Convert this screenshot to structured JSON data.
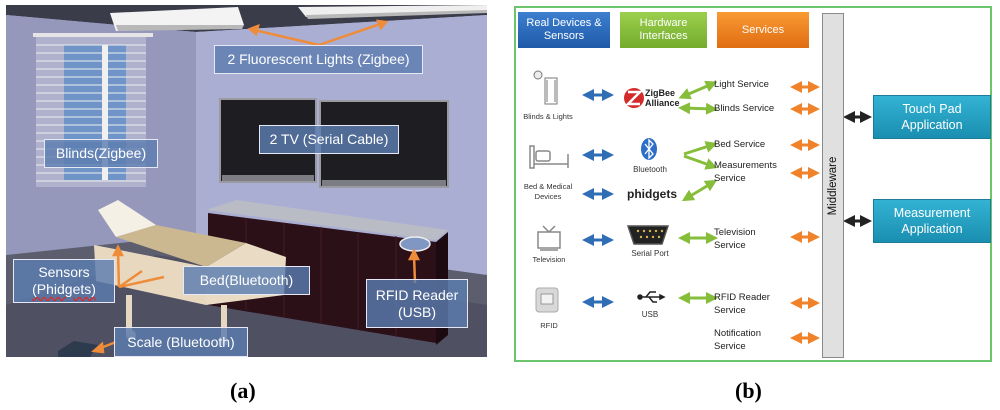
{
  "panel_a": {
    "caption": "(a)",
    "callouts": {
      "lights": "2 Fluorescent Lights (Zigbee)",
      "tv": "2 TV (Serial Cable)",
      "blinds": "Blinds(Zigbee)",
      "sensors_line1": "Sensors",
      "sensors_line2": "(Phidgets)",
      "bed": "Bed(Bluetooth)",
      "rfid_line1": "RFID Reader",
      "rfid_line2": "(USB)",
      "scale": "Scale (Bluetooth)"
    }
  },
  "panel_b": {
    "caption": "(b)",
    "headers": {
      "devices": "Real Devices & Sensors",
      "hardware": "Hardware Interfaces",
      "services": "Services"
    },
    "devices": {
      "blinds_lights": "Blinds & Lights",
      "bed_medical_line1": "Bed & Medical",
      "bed_medical_line2": "Devices",
      "television": "Television",
      "rfid": "RFID"
    },
    "hardware": {
      "zigbee_line1": "ZigBee",
      "zigbee_line2": "Alliance",
      "bluetooth": "Bluetooth",
      "phidgets": "phidgets",
      "serial_port": "Serial Port",
      "usb": "USB"
    },
    "services": {
      "light": "Light Service",
      "blinds": "Blinds Service",
      "bed": "Bed Service",
      "measurements_line1": "Measurements",
      "measurements_line2": "Service",
      "television_line1": "Television",
      "television_line2": "Service",
      "rfid_line1": "RFID Reader",
      "rfid_line2": "Service",
      "notification_line1": "Notification",
      "notification_line2": "Service"
    },
    "middleware": "Middleware",
    "applications": {
      "touchpad_line1": "Touch Pad",
      "touchpad_line2": "Application",
      "measurement_line1": "Measurement",
      "measurement_line2": "Application"
    },
    "colors": {
      "devices_header": "#2a6cc0",
      "hardware_header": "#86bd3a",
      "services_header": "#f0822a",
      "application": "#24a1c4",
      "border": "#6cc46c",
      "device_arrow": "#2f6db5",
      "hardware_arrow": "#86bd3a",
      "service_arrow": "#f0822a"
    }
  }
}
